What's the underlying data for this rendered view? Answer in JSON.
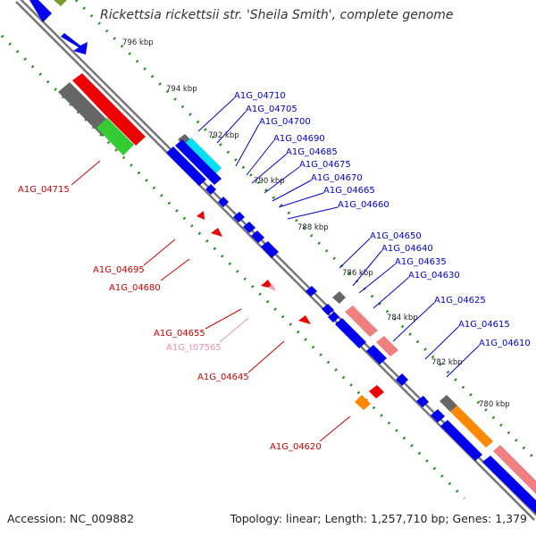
{
  "title": "Rickettsia rickettsii str. 'Sheila Smith', complete genome",
  "footer": {
    "accession": "Accession: NC_009882",
    "summary": "Topology: linear; Length: 1,257,710 bp; Genes: 1,379"
  },
  "colors": {
    "forward_label": "#0000cc",
    "reverse_label": "#cc0000",
    "trna_label": "#f090b0",
    "cds_forward": "#0000ee",
    "cds_reverse": "#ee0000",
    "rrna": "#f08080",
    "trna": "#f4a0c0",
    "gene_gray": "#666666",
    "gc_cyan": "#00e0f0",
    "green": "#33cc33",
    "orange": "#ff8800",
    "axis_dots": "#228822"
  },
  "ticks": [
    "796 kbp",
    "794 kbp",
    "792 kbp",
    "790 kbp",
    "788 kbp",
    "786 kbp",
    "784 kbp",
    "782 kbp",
    "780 kbp"
  ],
  "forward_labels": [
    "A1G_04710",
    "A1G_04705",
    "A1G_04700",
    "A1G_04690",
    "A1G_04685",
    "A1G_04675",
    "A1G_04670",
    "A1G_04665",
    "A1G_04660",
    "A1G_04650",
    "A1G_04640",
    "A1G_04635",
    "A1G_04630",
    "A1G_04625",
    "A1G_04615",
    "A1G_04610"
  ],
  "reverse_labels": [
    "A1G_04715",
    "A1G_04695",
    "A1G_04680",
    "A1G_04655",
    "A1G_t07565",
    "A1G_04645",
    "A1G_04620"
  ]
}
